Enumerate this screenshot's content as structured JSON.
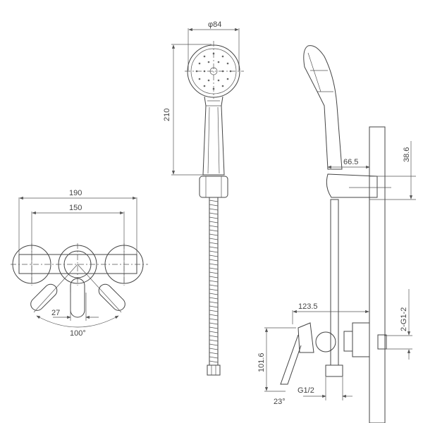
{
  "views": {
    "top_view": {
      "dimensions": {
        "overall_width": "190",
        "inlet_spacing": "150",
        "handle_width": "27",
        "rotation_angle": "100°"
      }
    },
    "handshower_front": {
      "dimensions": {
        "head_diameter": "φ84",
        "length": "210"
      }
    },
    "side_view": {
      "dimensions": {
        "holder_offset": "66.5",
        "holder_height": "38.6",
        "mixer_depth": "123.5",
        "mixer_height": "101.6",
        "lever_angle": "23°",
        "outlet_thread": "G1/2",
        "inlet_thread": "2-G1-2"
      }
    }
  }
}
